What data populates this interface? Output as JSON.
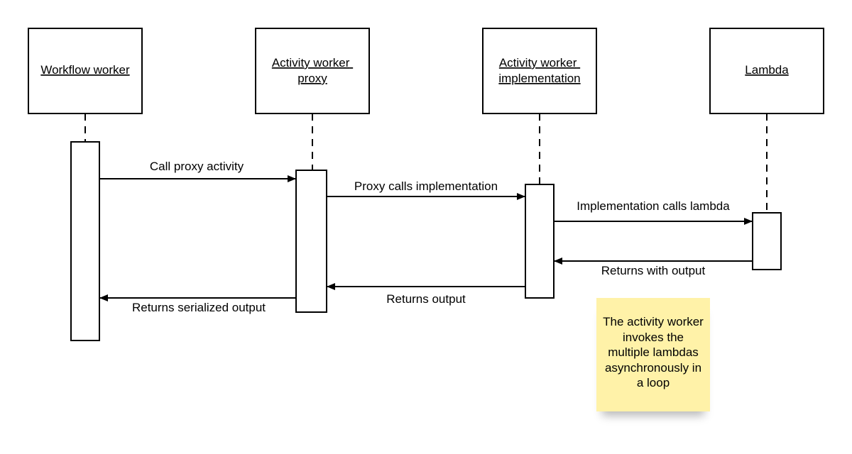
{
  "participants": [
    {
      "id": "workflow",
      "label_lines": [
        "Workflow worker"
      ]
    },
    {
      "id": "proxy",
      "label_lines": [
        "Activity worker",
        "proxy"
      ]
    },
    {
      "id": "impl",
      "label_lines": [
        "Activity worker",
        "implementation"
      ]
    },
    {
      "id": "lambda",
      "label_lines": [
        "Lambda"
      ]
    }
  ],
  "messages": [
    {
      "from": "workflow",
      "to": "proxy",
      "label": "Call proxy activity",
      "label_side": "above"
    },
    {
      "from": "proxy",
      "to": "impl",
      "label": "Proxy calls implementation",
      "label_side": "above"
    },
    {
      "from": "impl",
      "to": "lambda",
      "label": "Implementation calls lambda",
      "label_side": "above"
    },
    {
      "from": "lambda",
      "to": "impl",
      "label": "Returns with output",
      "label_side": "below"
    },
    {
      "from": "impl",
      "to": "proxy",
      "label": "Returns output",
      "label_side": "below"
    },
    {
      "from": "proxy",
      "to": "workflow",
      "label": "Returns serialized output",
      "label_side": "below"
    }
  ],
  "note": {
    "lines": [
      "The activity worker",
      "invokes the",
      "multiple lambdas",
      "asynchronously in",
      "a loop"
    ],
    "color": "#fff2a8"
  }
}
